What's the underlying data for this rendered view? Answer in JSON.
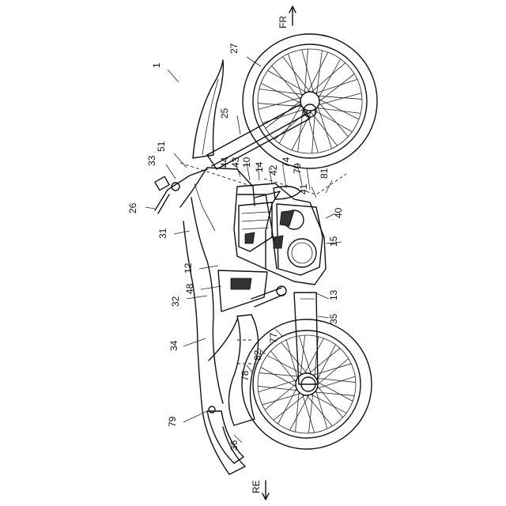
{
  "directions": {
    "front": "FR",
    "rear": "RE"
  },
  "labels": {
    "l1": "1",
    "l27": "27",
    "l25": "25",
    "l51": "51",
    "l33": "33",
    "l44": "44",
    "l43": "43",
    "l10": "10",
    "l14": "14",
    "l42": "42",
    "l74": "74",
    "l70": "70",
    "l81": "81",
    "l41": "41",
    "l40": "40",
    "l26": "26",
    "l31": "31",
    "l15": "15",
    "l12": "12",
    "l48": "48",
    "l13": "13",
    "l32": "32",
    "l35": "35",
    "l34": "34",
    "l77": "77",
    "l82": "82",
    "l78": "78",
    "l79": "79",
    "l36": "36"
  }
}
